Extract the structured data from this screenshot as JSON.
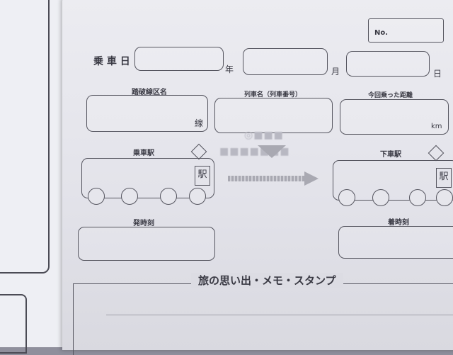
{
  "ticket_no": "No.",
  "ride_date": {
    "label": "乗 車 日",
    "year": "年",
    "month": "月",
    "day": "日"
  },
  "line_name": {
    "label": "踏破線区名",
    "unit": "線"
  },
  "train_name": {
    "label": "列車名（列車番号）"
  },
  "distance": {
    "label": "今回乗った距離",
    "unit": "km"
  },
  "boarding": {
    "label": "乗車駅",
    "station_mark": "駅"
  },
  "alighting": {
    "label": "下車駅",
    "station_mark": "駅"
  },
  "departure_time": {
    "label": "発時刻"
  },
  "arrival_time": {
    "label": "着時刻"
  },
  "memo": {
    "title": "旅の思い出・メモ・スタンプ"
  }
}
